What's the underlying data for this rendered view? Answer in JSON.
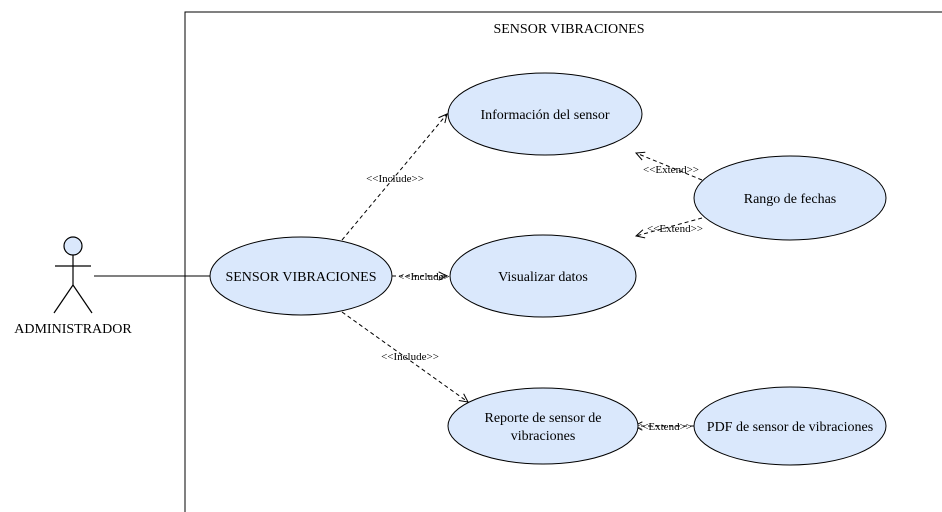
{
  "system": {
    "title": "SENSOR VIBRACIONES"
  },
  "actor": {
    "label": "ADMINISTRADOR"
  },
  "use_cases": {
    "main": "SENSOR VIBRACIONES",
    "info": "Información del sensor",
    "visualizar": "Visualizar datos",
    "reporte_line1": "Reporte de sensor de",
    "reporte_line2": "vibraciones",
    "rango": "Rango de fechas",
    "pdf": "PDF de sensor de vibraciones"
  },
  "relations": {
    "include": "<<Include>>",
    "extend": "<<Extend>>"
  },
  "colors": {
    "use_case_fill": "#dae8fc",
    "use_case_stroke": "#000000",
    "line": "#000000"
  }
}
